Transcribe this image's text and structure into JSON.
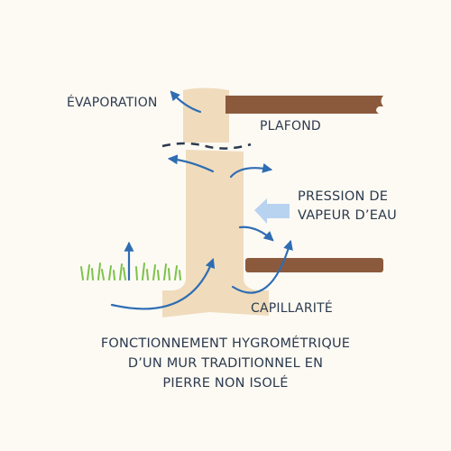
{
  "labels": {
    "evaporation": "ÉVAPORATION",
    "plafond": "PLAFOND",
    "pression_line1": "PRESSION DE",
    "pression_line2": "VAPEUR D’EAU",
    "capillarite": "CAPILLARITÉ"
  },
  "caption": {
    "line1": "FONCTIONNEMENT HYGROMÉTRIQUE",
    "line2": "D’UN MUR TRADITIONNEL EN",
    "line3": "PIERRE NON ISOLÉ"
  },
  "colors": {
    "background": "#fdfaf4",
    "wall": "#f0dcbc",
    "wood_beam": "#8b5a3c",
    "arrow": "#2f6db3",
    "pressure_arrow": "#b7d3f0",
    "grass": "#7cc24a",
    "text": "#2b3a4d"
  }
}
